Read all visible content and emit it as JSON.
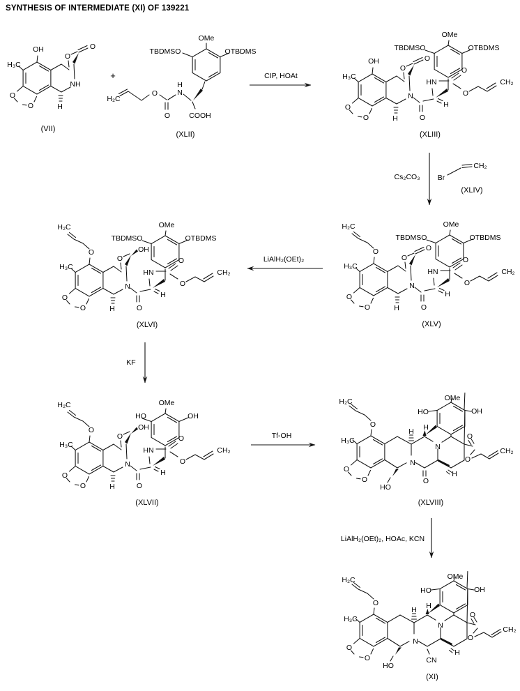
{
  "title": "SYNTHESIS OF INTERMEDIATE (XI) OF 139221",
  "plus": "+",
  "atoms": {
    "o": "O",
    "oh": "OH",
    "ho": "HO",
    "ome": "OMe",
    "tbdmso": "TBDMSO",
    "otbdms": "OTBDMS",
    "h3c": "H₃C",
    "h2c": "H₂C",
    "ch2": "CH₂",
    "nh": "NH",
    "hn": "HN",
    "n": "N",
    "h": "H",
    "cooh": "COOH",
    "br": "Br",
    "cn": "CN"
  },
  "labels": {
    "vii": "(VII)",
    "xlii": "(XLII)",
    "xliii": "(XLIII)",
    "xliv": "(XLIV)",
    "xlv": "(XLV)",
    "xlvi": "(XLVI)",
    "xlvii": "(XLVII)",
    "xlviii": "(XLVIII)",
    "xi": "(XI)"
  },
  "reagents": {
    "r1": "CIP, HOAt",
    "r2": "Cs₂CO₃",
    "r3": "LiAlH₂(OEt)₂",
    "r4": "KF",
    "r5": "Tf-OH",
    "r6": "LiAlH₂(OEt)₂, HOAc, KCN"
  },
  "colors": {
    "ink": "#111111",
    "background": "#ffffff"
  }
}
